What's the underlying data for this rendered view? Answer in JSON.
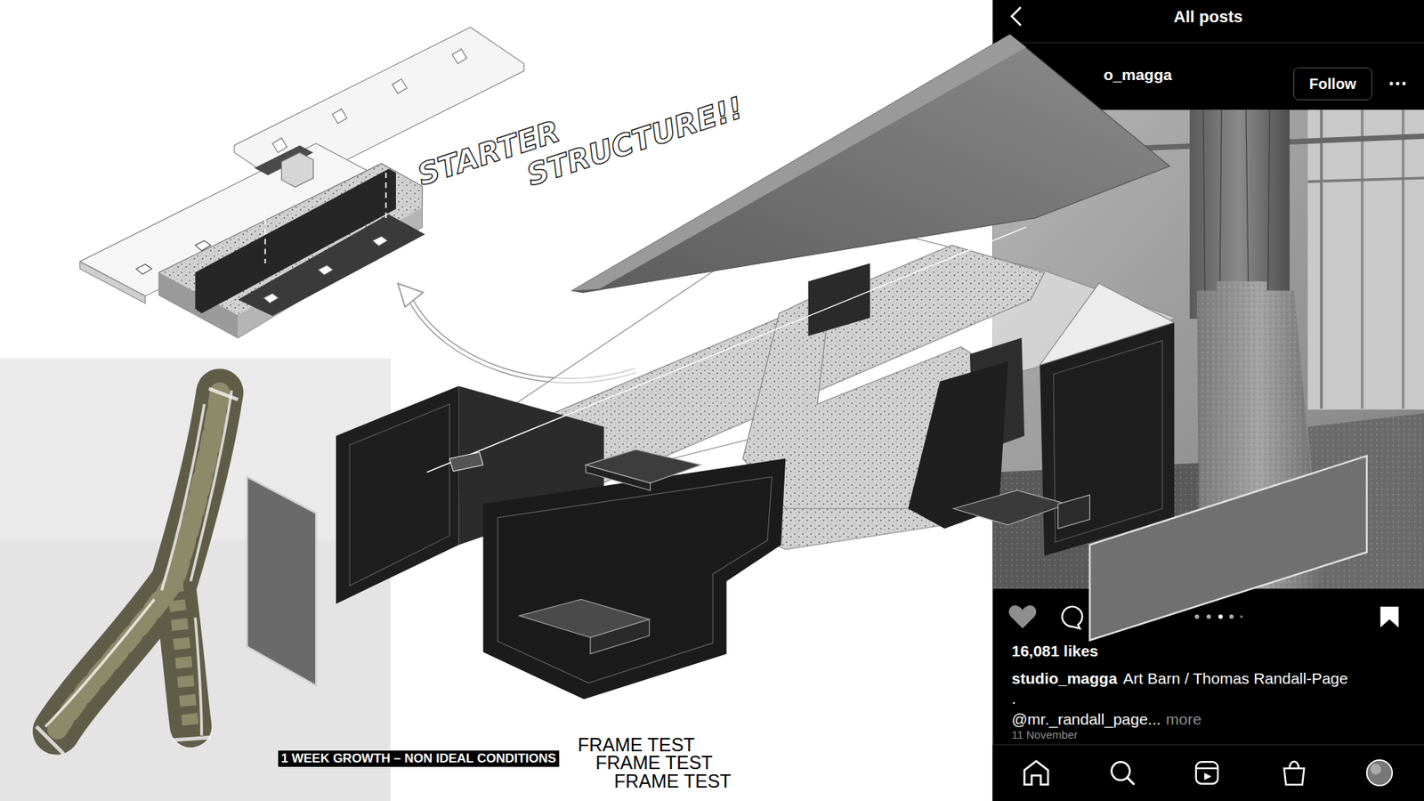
{
  "diagram": {
    "nodes": [
      {
        "text": [
          "Follow"
        ]
      },
      {
        "text": [
          "1 WEEK GROWTH – NON IDEAL CONDITIONS"
        ]
      }
    ],
    "labels": [
      "STARTER STRUCTURE!!",
      "FRAME TEST",
      "FRAME TEST",
      "FRAME TEST",
      "All posts",
      "o_magga",
      "16,081 likes",
      "studio_magga",
      "Art Barn / Thomas Randall-Page",
      ".",
      "@mr._randall_page...",
      "more",
      "11 November"
    ]
  }
}
